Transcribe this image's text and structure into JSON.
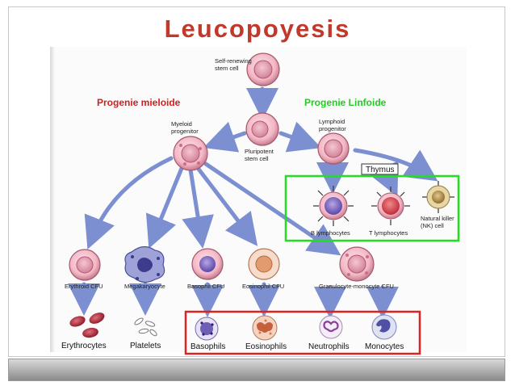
{
  "title": "Leucopoyesis",
  "headers": {
    "myeloid": "Progenie mieloide",
    "lymphoid": "Progenie Linfoide"
  },
  "cells": {
    "stem_cell": [
      "Self-renewing",
      "stem cell"
    ],
    "pluripotent": [
      "Pluripotent",
      "stem cell"
    ],
    "myeloid_progenitor": [
      "Myeloid",
      "progenitor"
    ],
    "lymphoid_progenitor": [
      "Lymphoid",
      "progenitor"
    ],
    "thymus": "Thymus",
    "b_lymphocytes": "B lymphocytes",
    "t_lymphocytes": "T lymphocytes",
    "nk_cell": [
      "Natural killer",
      "(NK) cell"
    ],
    "erythroid_cfu": "Erythroid CFU",
    "megakaryocyte": "Megakaryocyte",
    "basophil_cfu": "Basophil CFU",
    "eosinophil_cfu": "Eosinophil CFU",
    "granulocyte_monocyte_cfu": "Granulocyte-monocyte CFU",
    "erythrocytes": "Erythrocytes",
    "platelets": "Platelets",
    "basophils": "Basophils",
    "eosinophils": "Eosinophils",
    "neutrophils": "Neutrophils",
    "monocytes": "Monocytes"
  },
  "colors": {
    "title": "#c0392b",
    "myeloid_header": "#d02020",
    "lymphoid_header": "#22cc22",
    "lymphoid_box": "#22dd22",
    "mature_box": "#dd2222",
    "arrow": "#7b8fd1"
  }
}
